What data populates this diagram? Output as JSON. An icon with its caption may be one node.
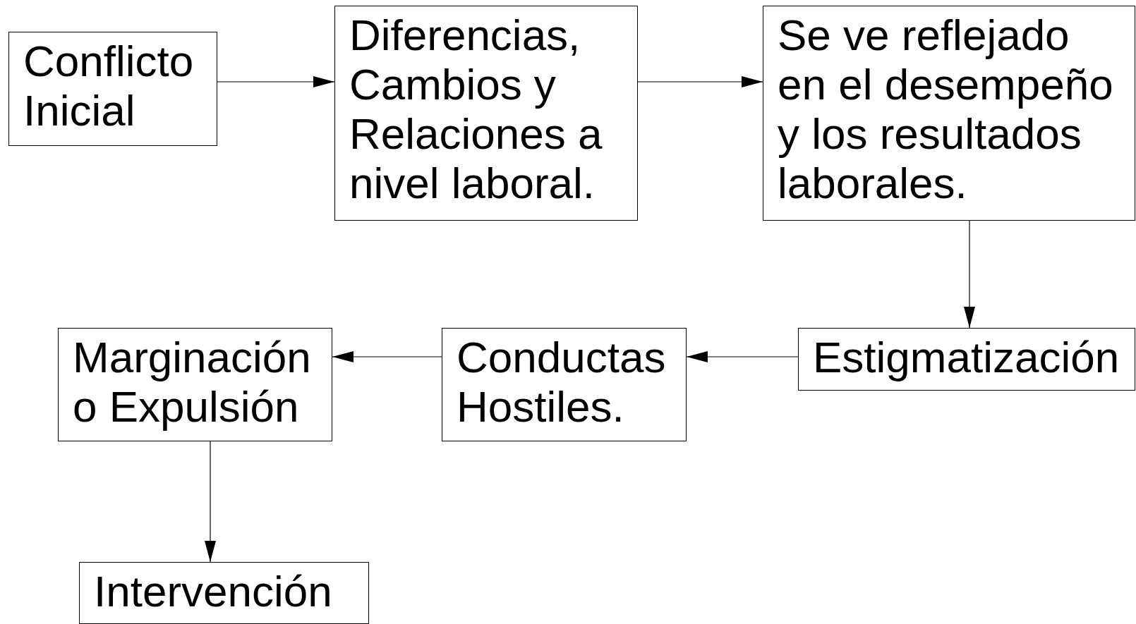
{
  "diagram": {
    "nodes": [
      {
        "text": [
          "Conflicto Inicial"
        ]
      },
      {
        "text": [
          "Diferencias, Cambios y Relaciones a nivel laboral."
        ]
      },
      {
        "text": [
          "Se ve reflejado en el desempeño y los resultados laborales."
        ]
      },
      {
        "text": [
          "Estigmatización"
        ]
      },
      {
        "text": [
          "Conductas Hostiles."
        ]
      },
      {
        "text": [
          "Marginación o Expulsión"
        ]
      },
      {
        "text": [
          "Intervención"
        ]
      }
    ],
    "edges": [
      {
        "from": 0,
        "to": 1,
        "arrow": "to"
      },
      {
        "from": 1,
        "to": 2,
        "arrow": "to"
      },
      {
        "from": 2,
        "to": 3,
        "arrow": "to"
      },
      {
        "from": 3,
        "to": 4,
        "arrow": "to"
      },
      {
        "from": 4,
        "to": 5,
        "arrow": "to"
      },
      {
        "from": 5,
        "to": 6,
        "arrow": "to"
      }
    ]
  }
}
